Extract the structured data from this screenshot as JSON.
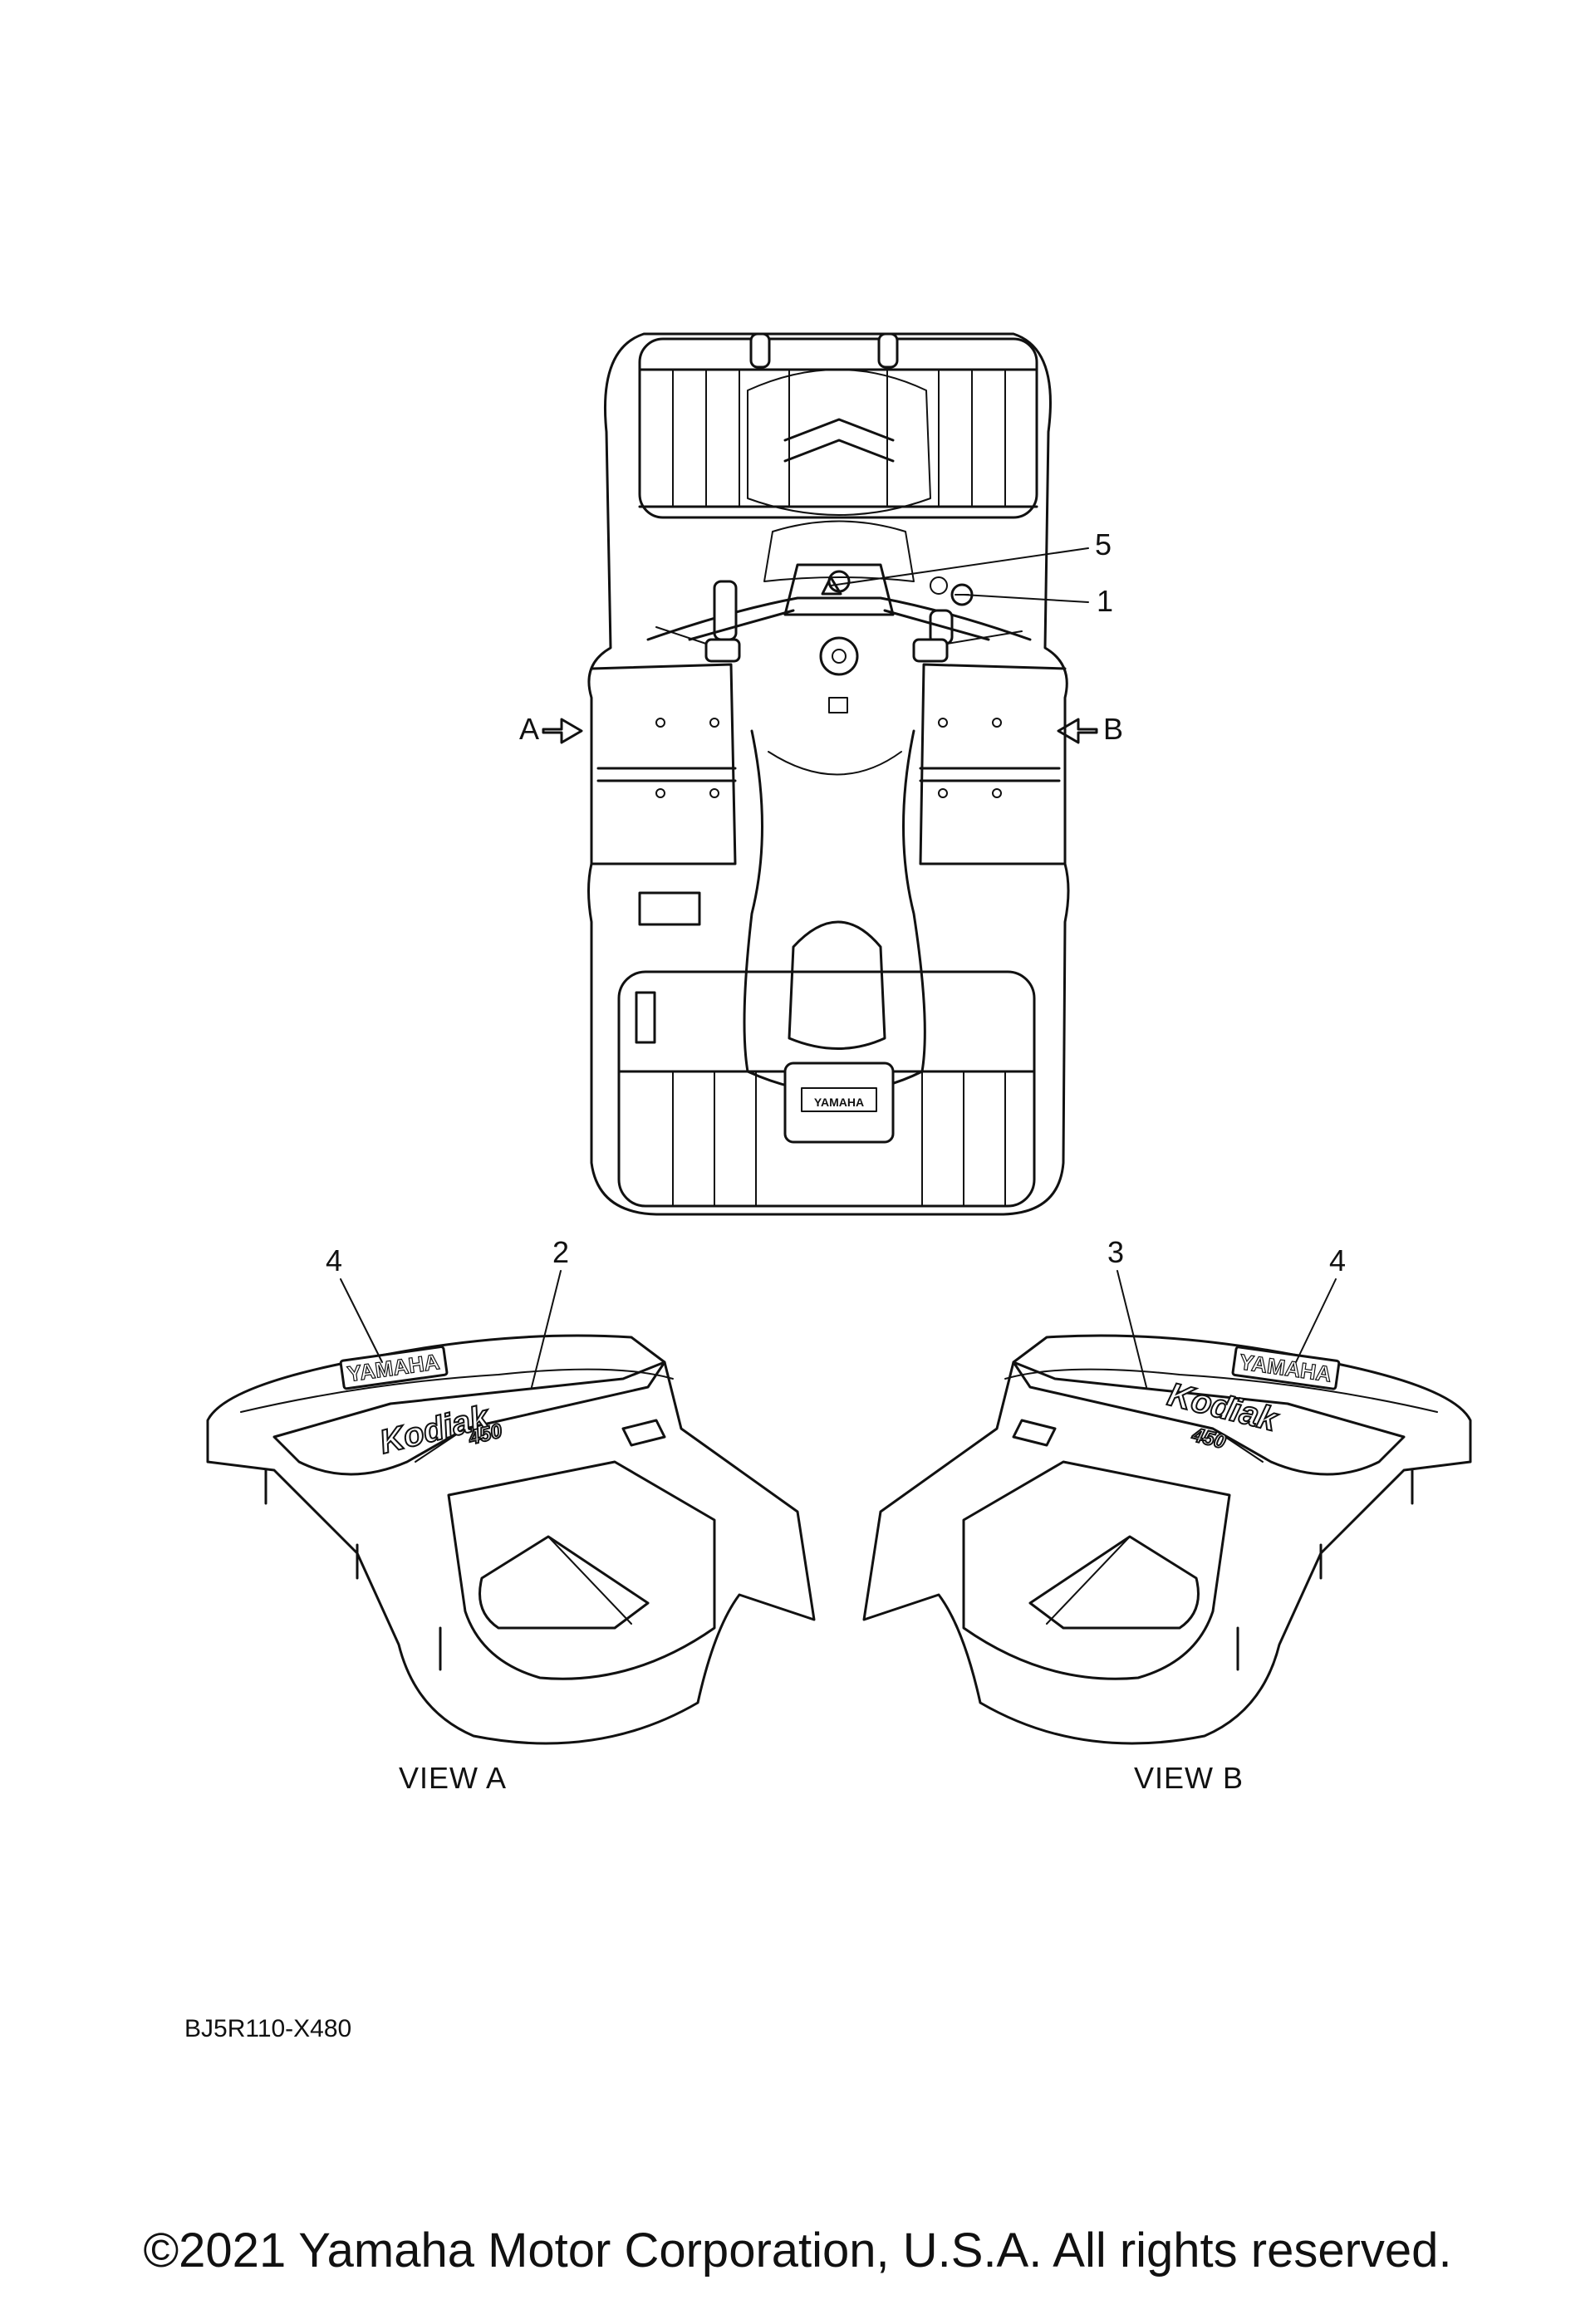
{
  "callouts": {
    "c1": "1",
    "c2": "2",
    "c3": "3",
    "c4_left": "4",
    "c4_right": "4",
    "c5": "5"
  },
  "view_arrows": {
    "left": "A",
    "right": "B"
  },
  "view_labels": {
    "a": "VIEW A",
    "b": "VIEW B"
  },
  "decals": {
    "brand": "YAMAHA",
    "model": "Kodiak",
    "model_number": "450"
  },
  "part_code": "BJ5R110-X480",
  "copyright": "©2021 Yamaha Motor Corporation, U.S.A. All rights reserved."
}
